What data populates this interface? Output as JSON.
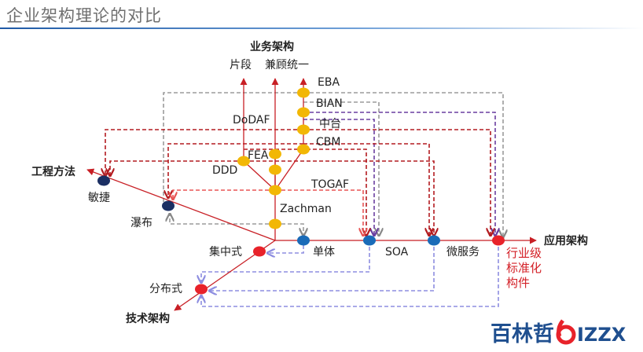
{
  "slide": {
    "title": "企业架构理论的对比"
  },
  "axes": {
    "business": "业务架构",
    "business_left": "片段",
    "business_right": "兼顾统一",
    "engineering": "工程方法",
    "application": "应用架构",
    "technology": "技术架构"
  },
  "nodes": {
    "eba": "EBA",
    "bian": "BIAN",
    "zhongtai": "中台",
    "cbm": "CBM",
    "dodaf": "DoDAF",
    "fea": "FEA",
    "ddd": "DDD",
    "togaf": "TOGAF",
    "zachman": "Zachman",
    "agile": "敏捷",
    "waterfall": "瀑布",
    "centralized": "集中式",
    "distributed": "分布式",
    "monolith": "单体",
    "soa": "SOA",
    "microservice": "微服务",
    "industry_standard": [
      "行业级",
      "标准化",
      "构件"
    ]
  },
  "logo": {
    "text_cn": "百林哲",
    "text_en": "IZZX"
  },
  "colors": {
    "yellow_node": "#f2b705",
    "red_node": "#e8222a",
    "blue_node": "#1a6bb8",
    "navy_node": "#1b2f63",
    "red_line": "#c81f25",
    "grey_dash": "#9b9b9b",
    "purple_dash": "#6a3fa0",
    "lavender_dash": "#9999dd",
    "red_dash": "#e43a3a"
  }
}
